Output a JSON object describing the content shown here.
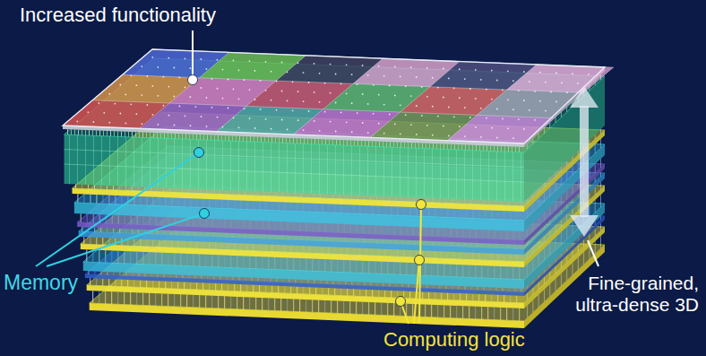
{
  "diagram": {
    "labels": [
      "Increased functionality",
      "Memory",
      "Computing logic",
      "Fine-grained, ultra-dense 3D"
    ]
  }
}
